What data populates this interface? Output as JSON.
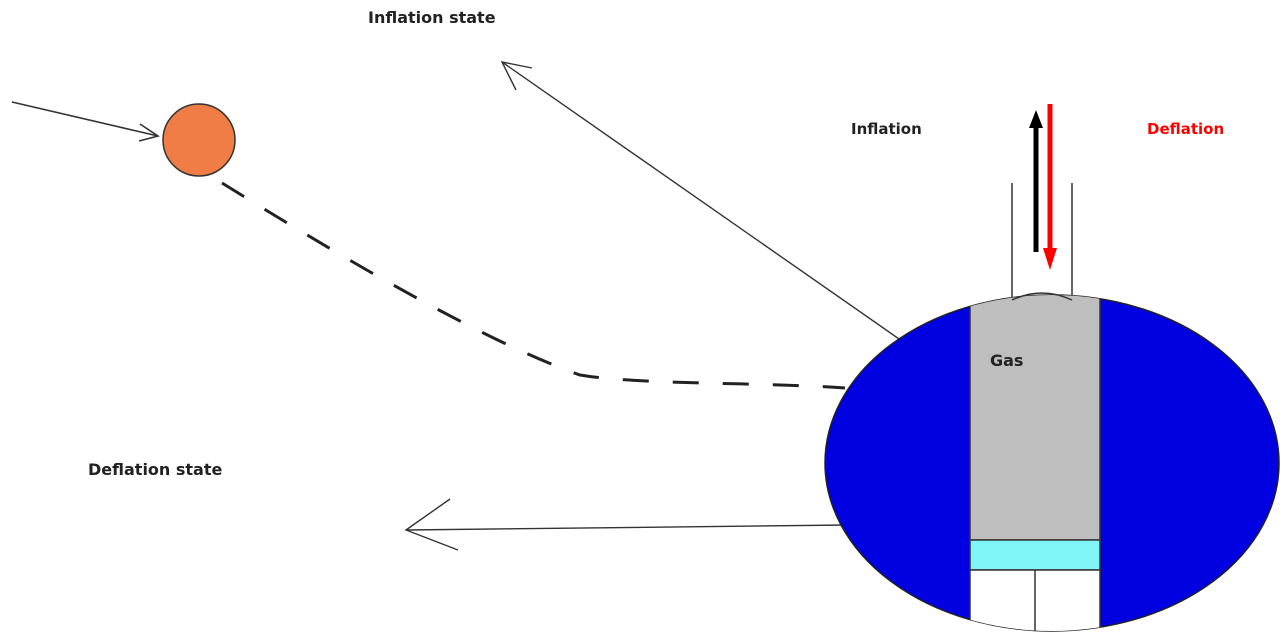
{
  "labels": {
    "inflation_state": "Inflation state",
    "deflation_state": "Deflation state",
    "inflation": "Inflation",
    "deflation": "Deflation",
    "gas": "Gas"
  },
  "colors": {
    "ball": "#f07d45",
    "body": "#0000e0",
    "gas": "#bebebe",
    "piston": "#80f5f8",
    "inflation_arrow": "#000000",
    "deflation_arrow": "#ff0000",
    "line": "#333333"
  }
}
